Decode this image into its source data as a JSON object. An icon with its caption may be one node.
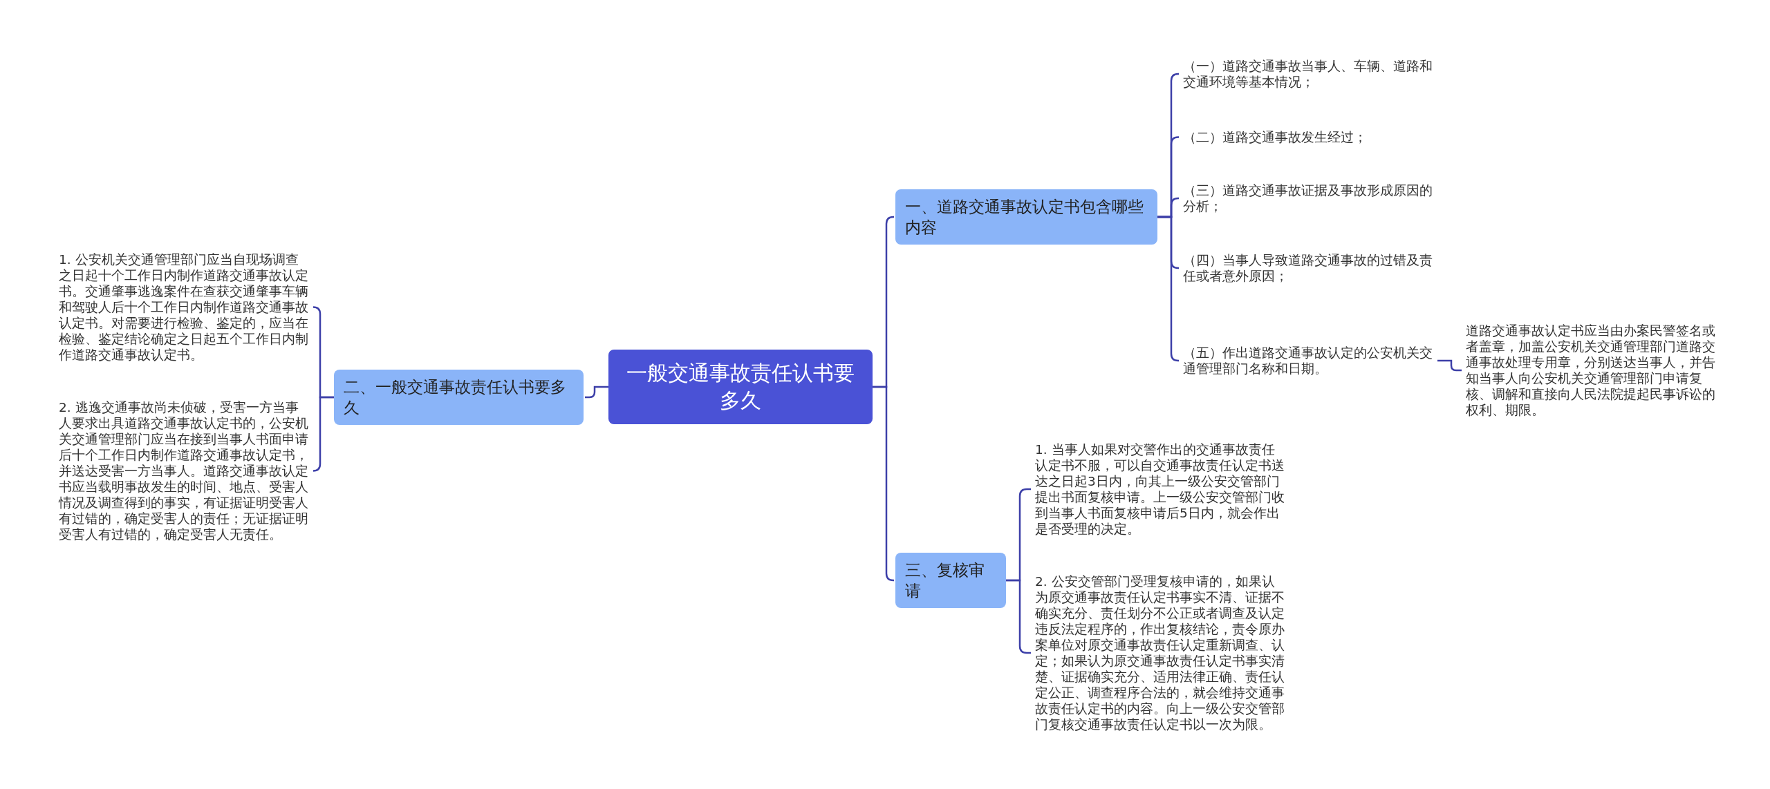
{
  "diagram": {
    "nodes": [
      {
        "text": [
          "一般交通事故责任认书要多久"
        ]
      },
      {
        "text": [
          "一、道路交通事故认定书包含哪些内容"
        ]
      },
      {
        "text": [
          "（一）道路交通事故当事人、车辆、道路和交通环境等基本情况；"
        ]
      },
      {
        "text": [
          "（二）道路交通事故发生经过；"
        ]
      },
      {
        "text": [
          "（三）道路交通事故证据及事故形成原因的分析；"
        ]
      },
      {
        "text": [
          "（四）当事人导致道路交通事故的过错及责任或者意外原因；"
        ]
      },
      {
        "text": [
          "（五）作出道路交通事故认定的公安机关交通管理部门名称和日期。"
        ]
      },
      {
        "text": [
          "道路交通事故认定书应当由办案民警签名或者盖章，加盖公安机关交通管理部门道路交通事故处理专用章，分别送达当事人，并告知当事人向公安机关交通管理部门申请复核、调解和直接向人民法院提起民事诉讼的权利、期限。"
        ]
      },
      {
        "text": [
          "二、一般交通事故责任认书要多久"
        ]
      },
      {
        "text": [
          "1. 公安机关交通管理部门应当自现场调查之日起十个工作日内制作道路交通事故认定书。交通肇事逃逸案件在查获交通肇事车辆和驾驶人后十个工作日内制作道路交通事故认定书。对需要进行检验、鉴定的，应当在检验、鉴定结论确定之日起五个工作日内制作道路交通事故认定书。"
        ]
      },
      {
        "text": [
          "2. 逃逸交通事故尚未侦破，受害一方当事人要求出具道路交通事故认定书的，公安机关交通管理部门应当在接到当事人书面申请后十个工作日内制作道路交通事故认定书，并送达受害一方当事人。道路交通事故认定书应当载明事故发生的时间、地点、受害人情况及调查得到的事实，有证据证明受害人有过错的，确定受害人的责任；无证据证明受害人有过错的，确定受害人无责任。"
        ]
      },
      {
        "text": [
          "三、复核审请"
        ]
      },
      {
        "text": [
          "1. 当事人如果对交警作出的交通事故责任认定书不服，可以自交通事故责任认定书送达之日起3日内，向其上一级公安交管部门提出书面复核申请。上一级公安交管部门收到当事人书面复核申请后5日内，就会作出是否受理的决定。"
        ]
      },
      {
        "text": [
          "2. 公安交管部门受理复核申请的，如果认为原交通事故责任认定书事实不清、证据不确实充分、责任划分不公正或者调查及认定违反法定程序的，作出复核结论，责令原办案单位对原交通事故责任认定重新调查、认定；如果认为原交通事故责任认定书事实清楚、证据确实充分、适用法律正确、责任认定公正、调查程序合法的，就会维持交通事故责任认定书的内容。向上一级公安交管部门复核交通事故责任认定书以一次为限。"
        ]
      }
    ],
    "edges": [
      {
        "from": 0,
        "to": 1,
        "arrow": "none"
      },
      {
        "from": 0,
        "to": 8,
        "arrow": "none"
      },
      {
        "from": 0,
        "to": 11,
        "arrow": "none"
      },
      {
        "from": 1,
        "to": 2,
        "arrow": "none"
      },
      {
        "from": 1,
        "to": 3,
        "arrow": "none"
      },
      {
        "from": 1,
        "to": 4,
        "arrow": "none"
      },
      {
        "from": 1,
        "to": 5,
        "arrow": "none"
      },
      {
        "from": 1,
        "to": 6,
        "arrow": "none"
      },
      {
        "from": 6,
        "to": 7,
        "arrow": "none"
      },
      {
        "from": 8,
        "to": 9,
        "arrow": "none"
      },
      {
        "from": 8,
        "to": 10,
        "arrow": "none"
      },
      {
        "from": 11,
        "to": 12,
        "arrow": "none"
      },
      {
        "from": 11,
        "to": 13,
        "arrow": "none"
      }
    ]
  }
}
